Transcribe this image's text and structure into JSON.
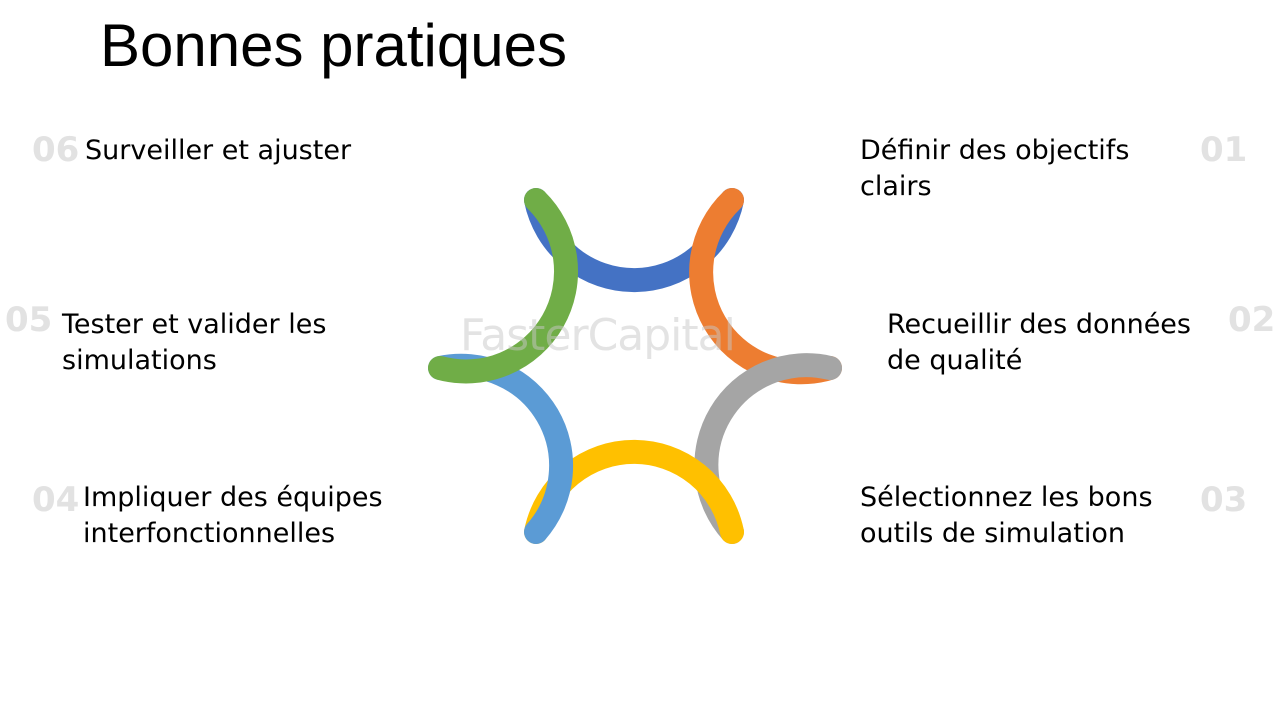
{
  "title": "Bonnes pratiques",
  "watermark": "FasterCapital",
  "colors": {
    "blue": "#4472c4",
    "orange": "#ed7d31",
    "gray": "#a5a5a5",
    "yellow": "#ffc000",
    "light_blue": "#5b9bd5",
    "green": "#70ad47",
    "number": "#e2e2e2"
  },
  "steps": [
    {
      "number": "01",
      "text": "Définir des objectifs\nclairs"
    },
    {
      "number": "02",
      "text": "Recueillir des données\nde qualité"
    },
    {
      "number": "03",
      "text": "Sélectionnez les bons\noutils de simulation"
    },
    {
      "number": "04",
      "text": "Impliquer des équipes\ninterfonctionnelles"
    },
    {
      "number": "05",
      "text": "Tester et valider les\nsimulations"
    },
    {
      "number": "06",
      "text": "Surveiller et ajuster"
    }
  ]
}
